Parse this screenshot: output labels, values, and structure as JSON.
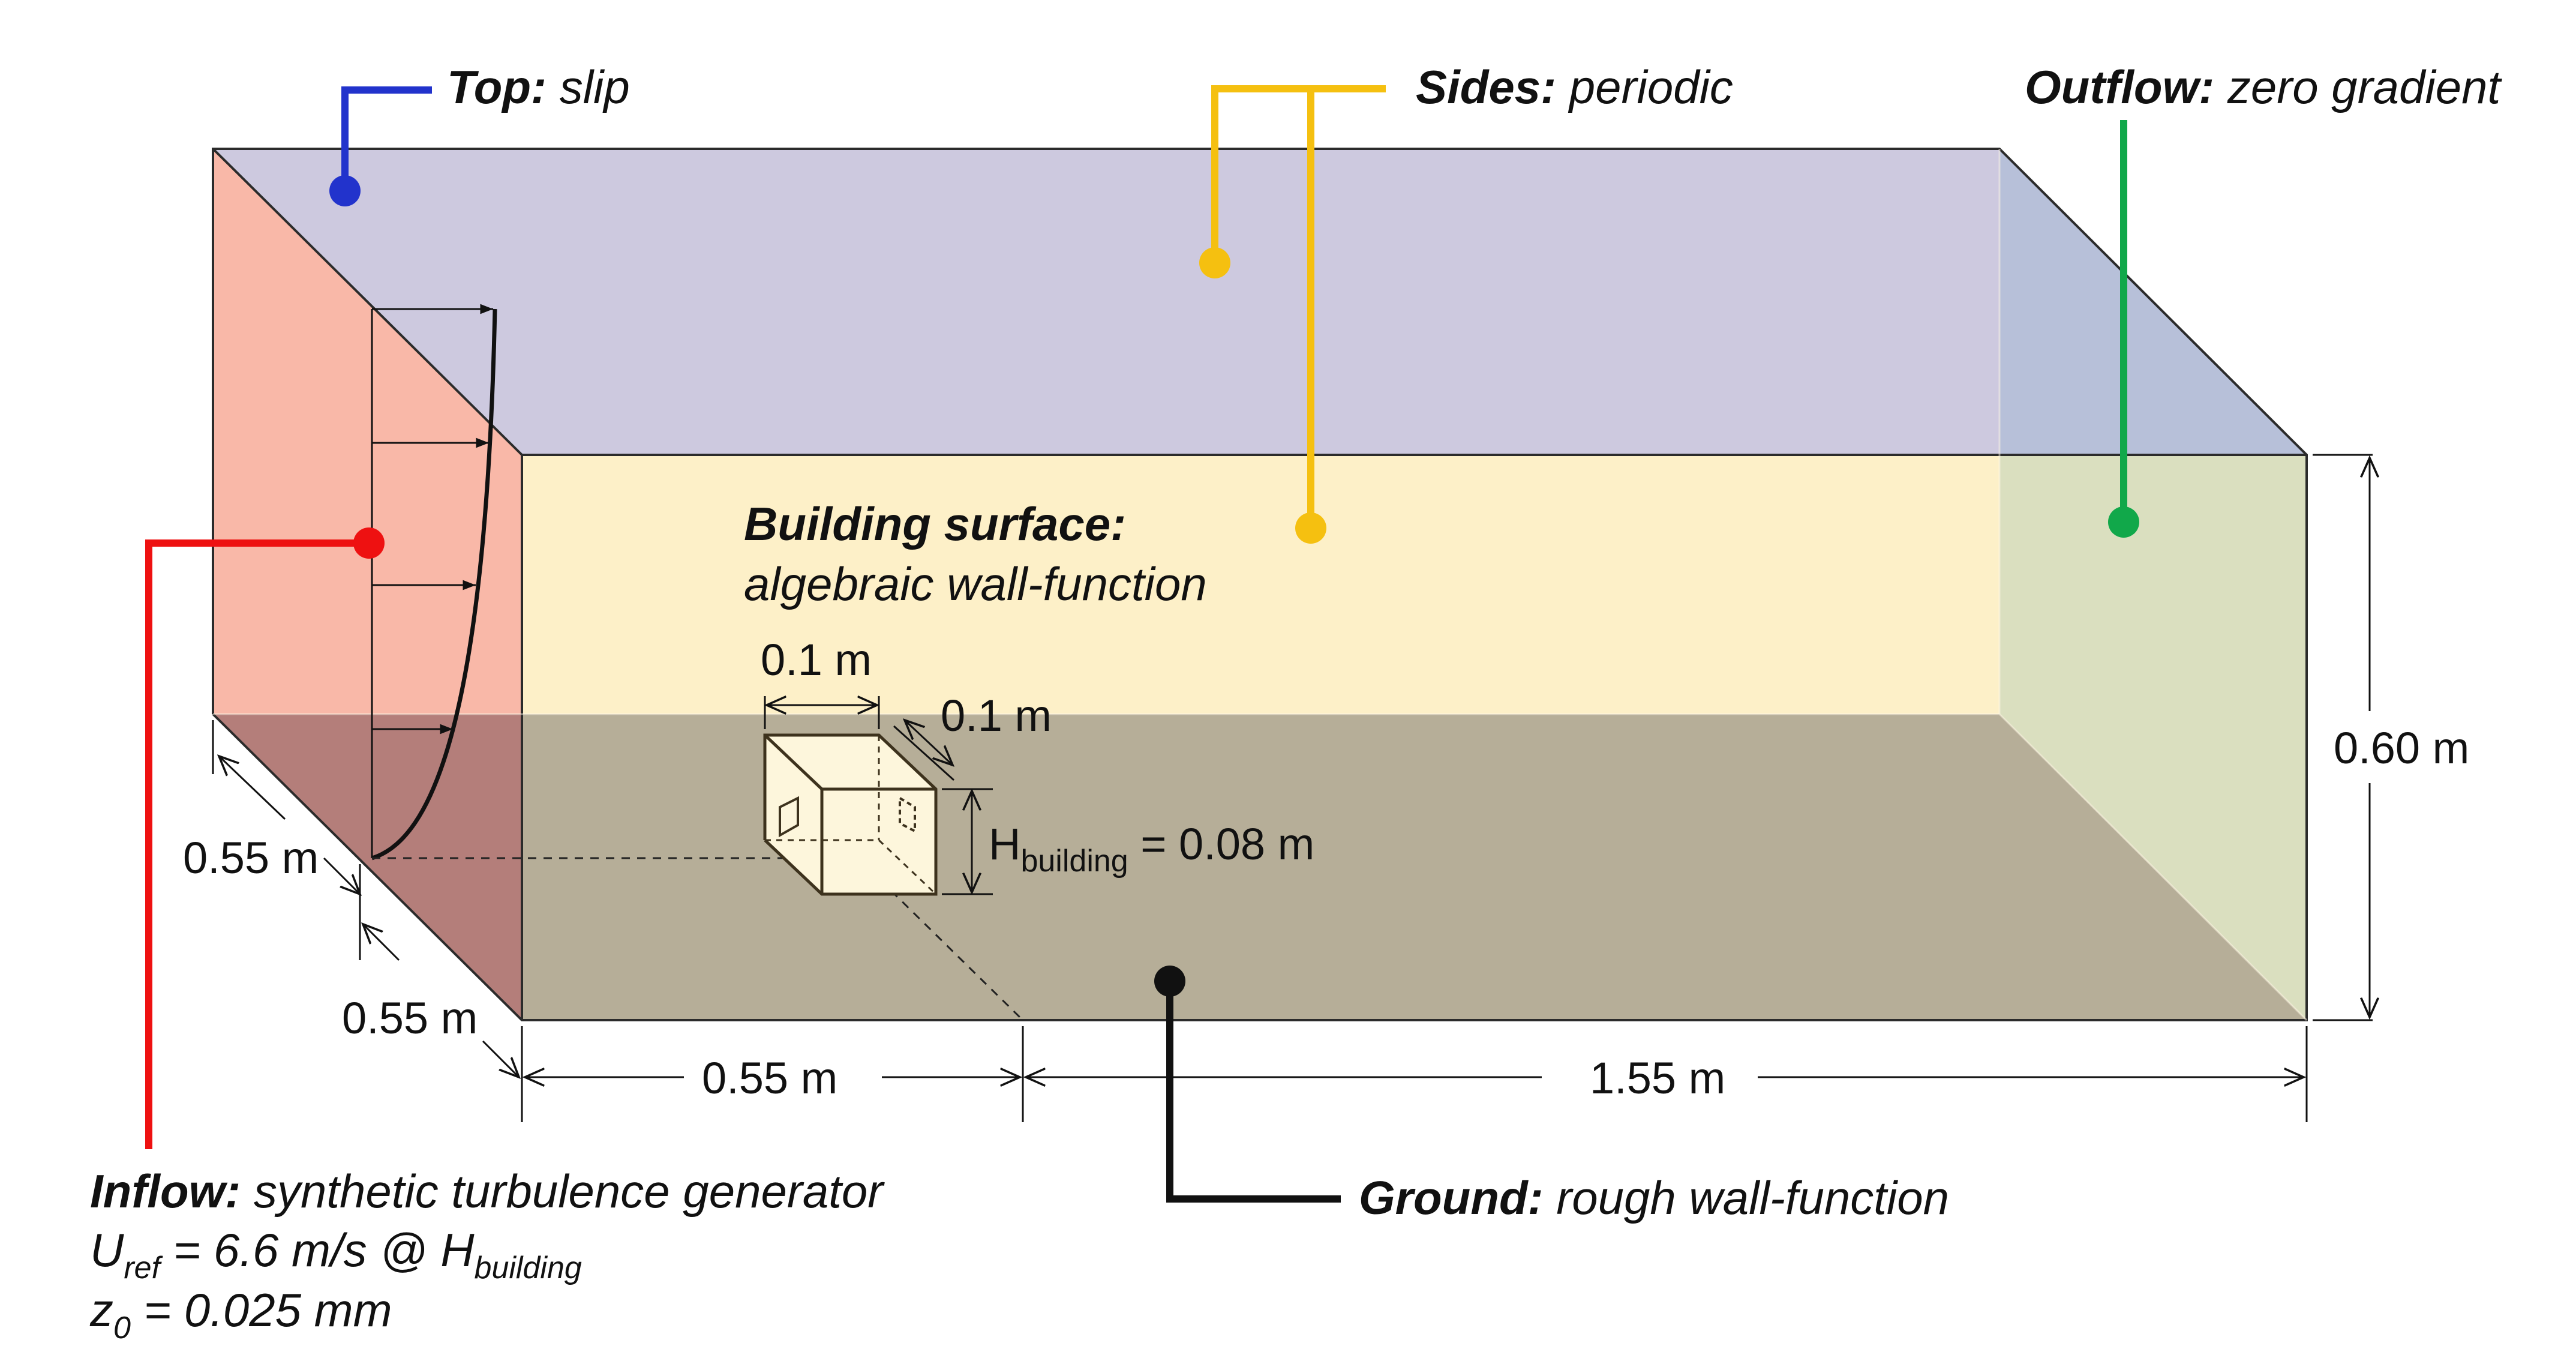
{
  "colors": {
    "top": "#cdc9df",
    "top_stroke": "#2b2b2b",
    "side_far": "#fdf0c8",
    "inflow": "#f9b8a8",
    "outflow_side": "#b7c0d9",
    "outflow_front": "#dadfbf",
    "ground": "#b6ae98",
    "inflow_ground": "#b47e7a",
    "blue": "#2233cc",
    "yellow": "#f5c010",
    "green": "#11a84a",
    "red": "#ee1111",
    "black": "#111111",
    "building": "#fdf6dc",
    "building_stroke": "#3d321d"
  },
  "labels": {
    "top_bold": "Top:",
    "top_rest": "slip",
    "sides_bold": "Sides:",
    "sides_rest": "periodic",
    "outflow_bold": "Outflow:",
    "outflow_rest": "zero gradient",
    "building_bold": "Building surface:",
    "building_rest": "algebraic wall-function",
    "ground_bold": "Ground:",
    "ground_rest": "rough wall-function",
    "inflow_bold": "Inflow:",
    "inflow_rest": "synthetic turbulence generator",
    "uref_u": "U",
    "uref_sub": "ref",
    "uref_eq": " = 6.6 m/s @ H",
    "uref_sub2": "building",
    "z0_z": "z",
    "z0_sub": "0",
    "z0_eq": " = 0.025 mm"
  },
  "dimensions": {
    "height": "0.60 m",
    "building_width": "0.1 m",
    "building_depth": "0.1 m",
    "h_building_H": "H",
    "h_building_sub": "building",
    "h_building_eq": " = 0.08 m",
    "upstream_len": "0.55 m",
    "downstream_len": "1.55 m",
    "span_back": "0.55 m",
    "span_front": "0.55 m"
  }
}
